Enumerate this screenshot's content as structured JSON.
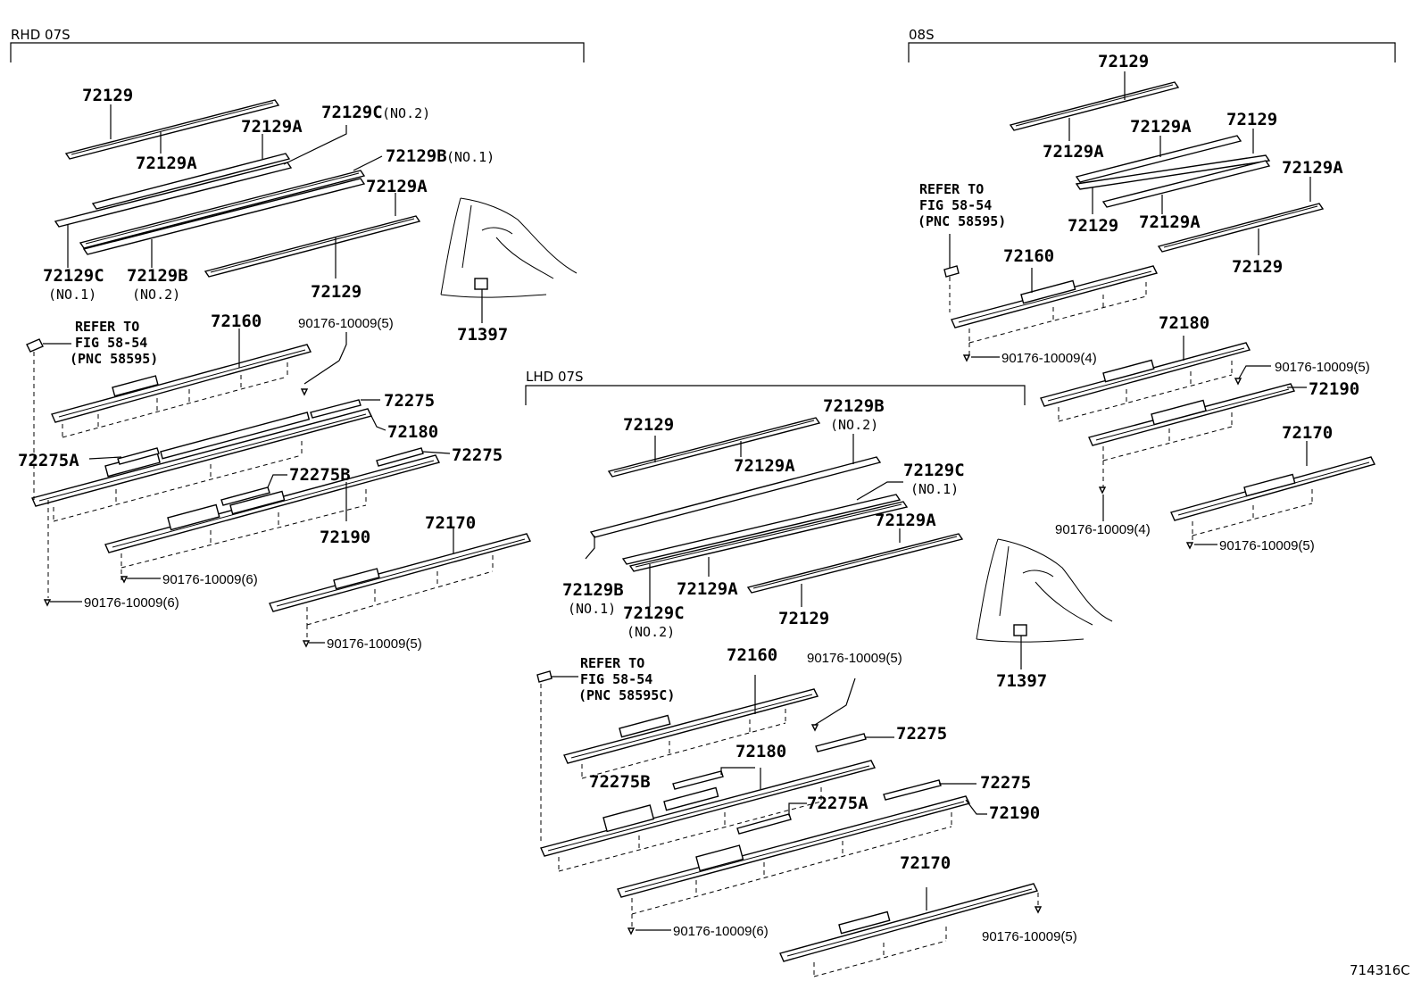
{
  "sections": {
    "rhd": "RHD 07S",
    "s08": "08S",
    "lhd": "LHD 07S"
  },
  "parts": {
    "p72129": "72129",
    "p72129A": "72129A",
    "p72129B": "72129B",
    "p72129C": "72129C",
    "p72160": "72160",
    "p72180": "72180",
    "p72190": "72190",
    "p72170": "72170",
    "p72275": "72275",
    "p72275A": "72275A",
    "p72275B": "72275B",
    "p71397": "71397"
  },
  "qualifiers": {
    "no1": "(NO.1)",
    "no2": "(NO.2)"
  },
  "fasteners": {
    "f6": "90176-10009(6)",
    "f5": "90176-10009(5)",
    "f4": "90176-10009(4)"
  },
  "refer": {
    "line1": "REFER TO",
    "line2": "FIG 58-54",
    "line3": "(PNC 58595)",
    "line3c": "(PNC 58595C)"
  },
  "figure_code": "714316C"
}
